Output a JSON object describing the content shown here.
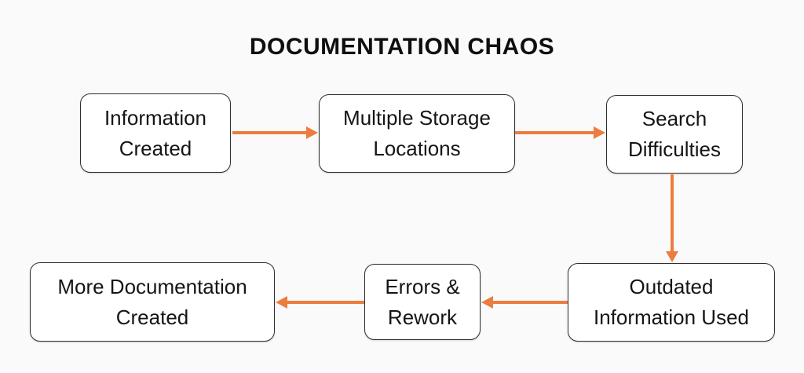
{
  "title": "DOCUMENTATION CHAOS",
  "colors": {
    "background": "#FAFAFA",
    "box_fill": "#FFFFFF",
    "box_border": "#2E2E2E",
    "text": "#151515",
    "arrow": "#EC7C40"
  },
  "nodes": [
    {
      "id": "information-created",
      "lines": [
        "Information",
        "Created"
      ]
    },
    {
      "id": "multiple-storage-locations",
      "lines": [
        "Multiple Storage",
        "Locations"
      ]
    },
    {
      "id": "search-difficulties",
      "lines": [
        "Search",
        "Difficulties"
      ]
    },
    {
      "id": "outdated-information-used",
      "lines": [
        "Outdated",
        "Information Used"
      ]
    },
    {
      "id": "errors-rework",
      "lines": [
        "Errors &",
        "Rework"
      ]
    },
    {
      "id": "more-documentation-created",
      "lines": [
        "More Documentation",
        "Created"
      ]
    }
  ],
  "edges": [
    {
      "from": "information-created",
      "to": "multiple-storage-locations",
      "direction": "right"
    },
    {
      "from": "multiple-storage-locations",
      "to": "search-difficulties",
      "direction": "right"
    },
    {
      "from": "search-difficulties",
      "to": "outdated-information-used",
      "direction": "down"
    },
    {
      "from": "outdated-information-used",
      "to": "errors-rework",
      "direction": "left"
    },
    {
      "from": "errors-rework",
      "to": "more-documentation-created",
      "direction": "left"
    }
  ]
}
